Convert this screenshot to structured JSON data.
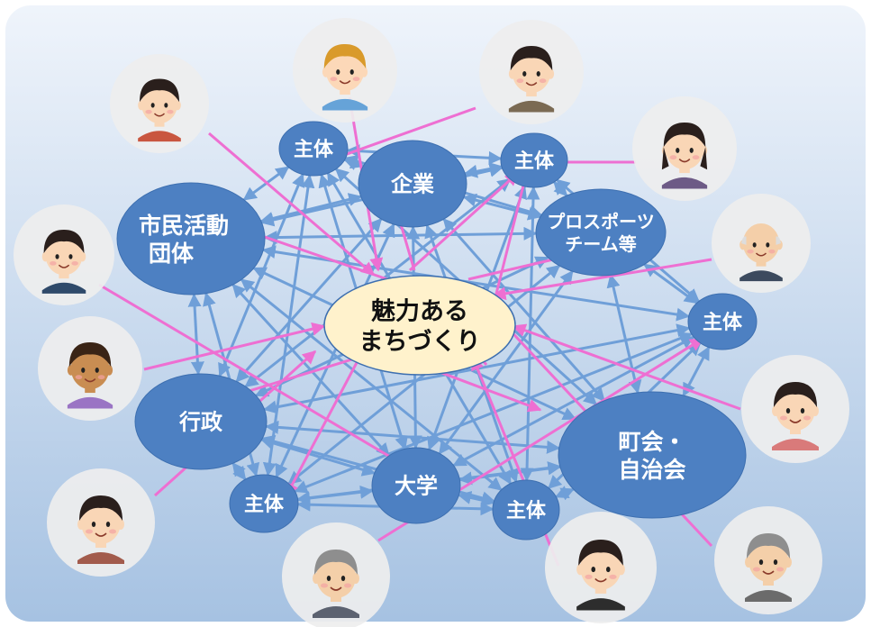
{
  "center": {
    "line1": "魅力ある",
    "line2": "まちづくり"
  },
  "actors": [
    {
      "id": "shimin",
      "line1": "市民活動",
      "line2": "団体"
    },
    {
      "id": "shutai_top",
      "line1": "主体",
      "line2": ""
    },
    {
      "id": "kigyo",
      "line1": "企業",
      "line2": ""
    },
    {
      "id": "shutai_tr",
      "line1": "主体",
      "line2": ""
    },
    {
      "id": "prosports",
      "line1": "プロスポーツ",
      "line2": "チーム等"
    },
    {
      "id": "shutai_r",
      "line1": "主体",
      "line2": ""
    },
    {
      "id": "gyosei",
      "line1": "行政",
      "line2": ""
    },
    {
      "id": "chokai",
      "line1": "町会・",
      "line2": "自治会"
    },
    {
      "id": "daigaku",
      "line1": "大学",
      "line2": ""
    },
    {
      "id": "shutai_bl",
      "line1": "主体",
      "line2": ""
    },
    {
      "id": "shutai_bm",
      "line1": "主体",
      "line2": ""
    }
  ],
  "people": [
    {
      "id": "p_top_center",
      "hair": "blond"
    },
    {
      "id": "p_top_right",
      "hair": "dark"
    },
    {
      "id": "p_top_left",
      "hair": "dark"
    },
    {
      "id": "p_right_upper",
      "hair": "dark-long"
    },
    {
      "id": "p_left_upper",
      "hair": "dark"
    },
    {
      "id": "p_right_mid",
      "hair": "bald"
    },
    {
      "id": "p_left_mid",
      "hair": "dark-tan"
    },
    {
      "id": "p_right_lower",
      "hair": "dark"
    },
    {
      "id": "p_left_lower",
      "hair": "dark"
    },
    {
      "id": "p_bottom_right",
      "hair": "gray"
    },
    {
      "id": "p_bottom_mid",
      "hair": "dark"
    },
    {
      "id": "p_bottom_left",
      "hair": "gray"
    }
  ],
  "colors": {
    "actor_fill": "#4d80c2",
    "center_fill": "#fff2cc",
    "blue_arrow": "#6f9fd8",
    "pink_arrow": "#ee6fd2",
    "bg_gradient_top": "#eff4fb",
    "bg_gradient_bottom": "#a6c2e2"
  }
}
